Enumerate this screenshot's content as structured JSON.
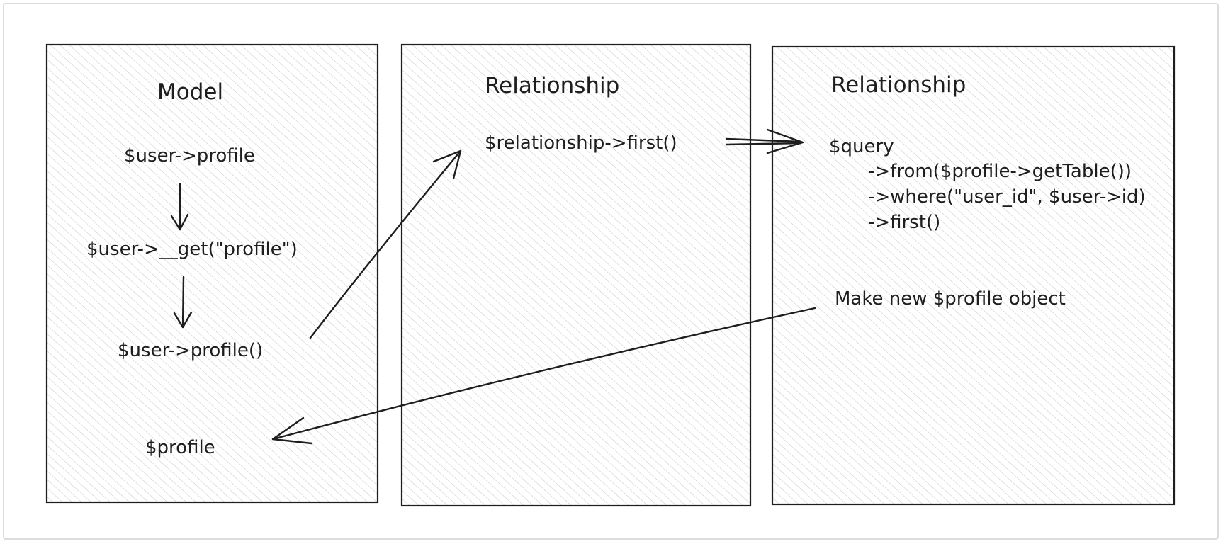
{
  "panels": [
    {
      "title": "Model",
      "items": [
        "$user->profile",
        "$user->__get(\"profile\")",
        "$user->profile()",
        "$profile"
      ]
    },
    {
      "title": "Relationship",
      "items": [
        "$relationship->first()"
      ]
    },
    {
      "title": "Relationship",
      "query_lines": [
        "$query",
        "->from($profile->getTable())",
        "->where(\"user_id\", $user->id)",
        "->first()"
      ],
      "note": "Make new $profile object"
    }
  ],
  "colors": {
    "stroke": "#1e1e1e",
    "hatch": "#c9c9c9",
    "border": "#dcdcdc"
  }
}
